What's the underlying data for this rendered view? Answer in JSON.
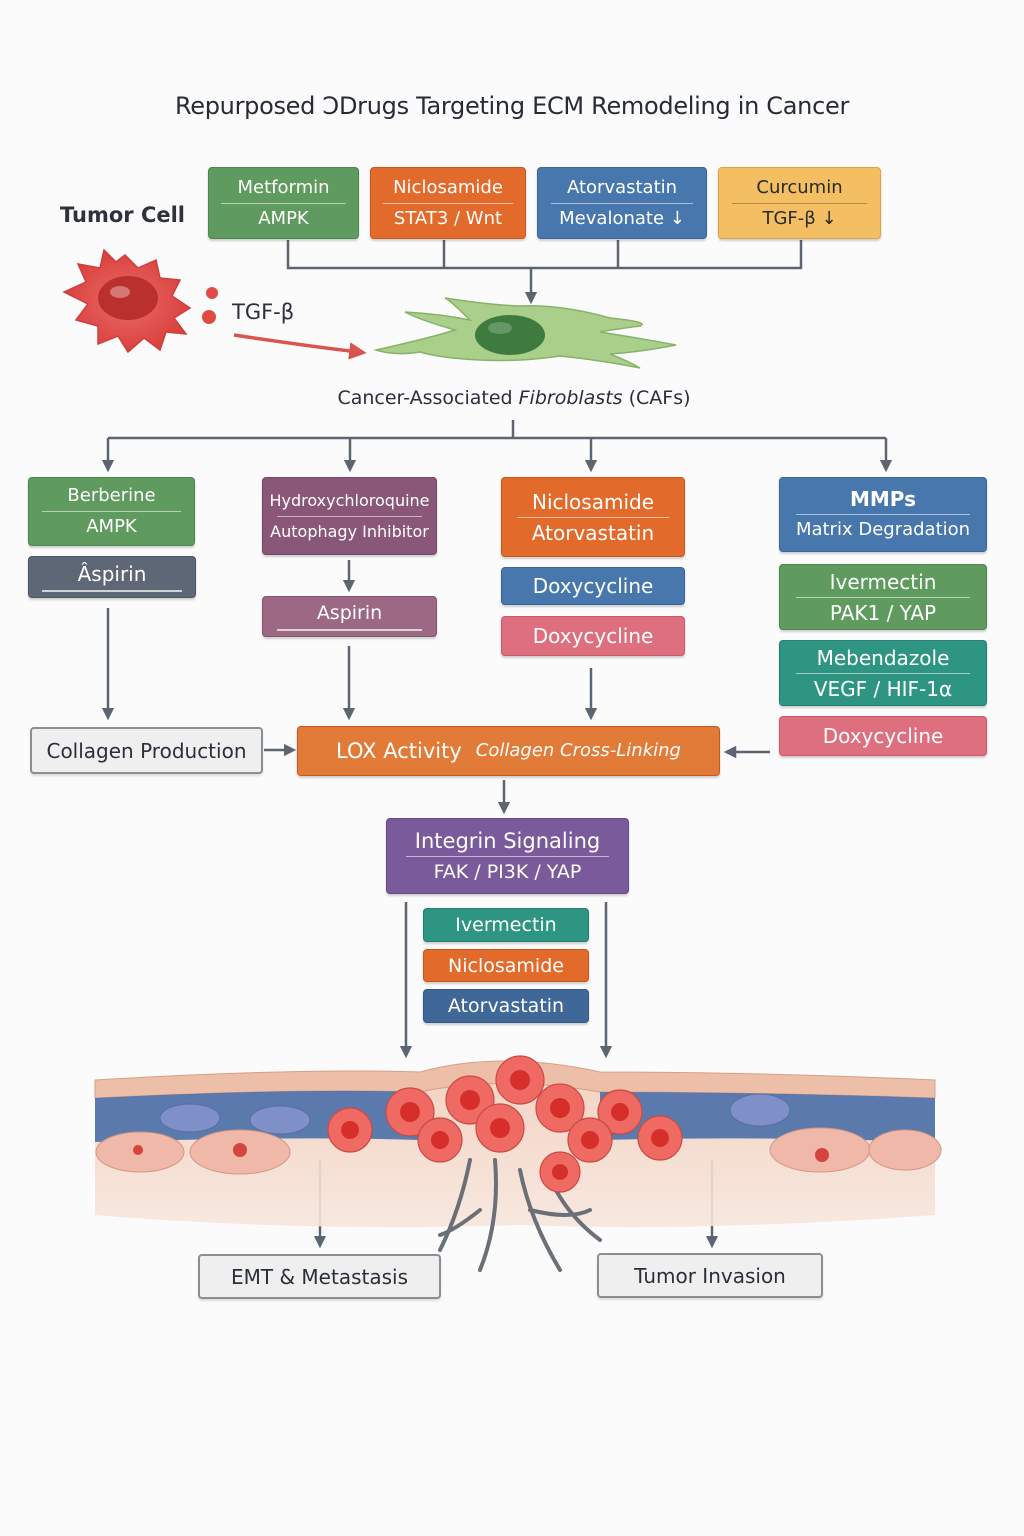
{
  "title": "Repurposed ƆDrugs Targeting ECM Remodeling in Cancer",
  "tumor_cell": {
    "label": "Tumor Cell",
    "signal_label": "TGF-β"
  },
  "top_drugs": [
    {
      "name": "Metformin",
      "target": "AMPK",
      "color": "#5f9a5e"
    },
    {
      "name": "Niclosamide",
      "target": "STAT3 / Wnt",
      "color": "#e26b2c"
    },
    {
      "name": "Atorvastatin",
      "target": "Mevalonate ↓",
      "color": "#4777ad"
    },
    {
      "name": "Curcumin",
      "target": "TGF-β ↓",
      "color": "#f3bf62"
    }
  ],
  "caf": {
    "label_prefix": "Cancer-Associated ",
    "label_italic": "Fibroblasts",
    "label_suffix": " (CAFs)"
  },
  "branch1": {
    "drug": {
      "name": "Berberine",
      "target": "AMPK"
    },
    "second": {
      "name": "Âspirin"
    }
  },
  "branch2": {
    "drug": {
      "name": "Hydroxychloroquine",
      "target": "Autophagy Inhibitor"
    },
    "second": {
      "name": "Aspirin"
    }
  },
  "branch3": {
    "drug": {
      "name": "Niclosamide",
      "target": "Atorvastatin"
    },
    "second": {
      "name": "Doxycycline"
    },
    "third": {
      "name": "Doxycycline"
    }
  },
  "branch4": {
    "header": {
      "name": "MMPs",
      "target": "Matrix Degradation"
    },
    "items": [
      {
        "name": "Ivermectin",
        "target": "PAK1 / YAP"
      },
      {
        "name": "Mebendazole",
        "target": "VEGF / HIF-1α"
      },
      {
        "name": "Doxycycline"
      }
    ]
  },
  "collagen": {
    "label": "Collagen Production"
  },
  "lox": {
    "label": "LOX Activity",
    "sublabel": "Collagen Cross-Linking"
  },
  "integrin": {
    "label": "Integrin Signaling",
    "sublabel": "FAK / PI3K / YAP",
    "drugs": [
      "Ivermectin",
      "Niclosamide",
      "Atorvastatin"
    ]
  },
  "outcomes": {
    "left": "EMT & Metastasis",
    "right": "Tumor Invasion"
  }
}
